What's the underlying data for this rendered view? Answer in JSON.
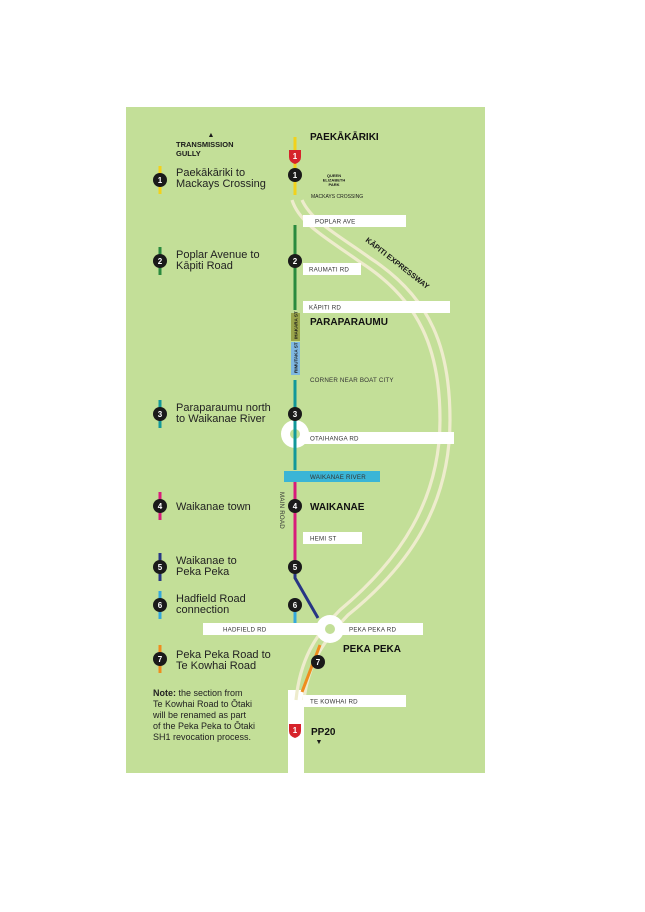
{
  "top": {
    "transmission_gully": "TRANSMISSION GULLY",
    "arrow_up": "▲"
  },
  "sections": [
    {
      "num": "1",
      "line1": "Paekākāriki to",
      "line2": "Mackays Crossing",
      "color": "#f2d21b"
    },
    {
      "num": "2",
      "line1": "Poplar Avenue to",
      "line2": "Kāpiti Road",
      "color": "#2a8a3e"
    },
    {
      "num": "3",
      "line1": "Paraparaumu north",
      "line2": "to Waikanae River",
      "color": "#12989a"
    },
    {
      "num": "4",
      "line1": "Waikanae town",
      "line2": "",
      "color": "#d81c7b"
    },
    {
      "num": "5",
      "line1": "Waikanae to",
      "line2": "Peka Peka",
      "color": "#273584"
    },
    {
      "num": "6",
      "line1": "Hadfield Road",
      "line2": "connection",
      "color": "#34a8dc"
    },
    {
      "num": "7",
      "line1": "Peka Peka Road to",
      "line2": "Te Kowhai Road",
      "color": "#ef8c1e"
    }
  ],
  "places": {
    "paekakariki": "PAEKĀKĀRIKI",
    "paraparaumu": "PARAPARAUMU",
    "waikanae": "WAIKANAE",
    "peka_peka": "PEKA PEKA",
    "pp20": "PP20",
    "arrow_down": "▼"
  },
  "roads": {
    "queen_elizabeth_park_1": "QUEEN",
    "queen_elizabeth_park_2": "ELIZABETH",
    "queen_elizabeth_park_3": "PARK",
    "mackays_crossing": "MACKAYS CROSSING",
    "poplar_ave": "POPLAR AVE",
    "raumati_rd": "RAUMATI RD",
    "kapiti_rd": "KĀPITI RD",
    "ihakara_st": "IHAKARA ST",
    "rimutaka_st": "RIMUTAKA ST",
    "corner_near_boat_city": "CORNER NEAR BOAT CITY",
    "otaihanga_rd": "OTAIHANGA RD",
    "waikanae_river": "WAIKANAE RIVER",
    "main_road": "MAIN ROAD",
    "hemi_st": "HEMI ST",
    "hadfield_rd": "HADFIELD RD",
    "peka_peka_rd": "PEKA PEKA RD",
    "te_kowhai_rd": "TE KOWHAI RD"
  },
  "expressway": "KĀPITI EXPRESSWAY",
  "shield": "1",
  "note": {
    "bold": "Note:",
    "line1": " the section from",
    "line2": "Te Kowhai Road to Ōtaki",
    "line3": "will be renamed as part",
    "line4": "of the Peka Peka to Ōtaki",
    "line5": "SH1 revocation process."
  },
  "colors": {
    "background": "#c3df98",
    "road": "#ffffff",
    "expressway": "#eeeccd",
    "river": "#3ab5d6",
    "shield_red": "#d6232b",
    "olive_label": "#9aa54a",
    "blue_label": "#7fb8e0"
  }
}
